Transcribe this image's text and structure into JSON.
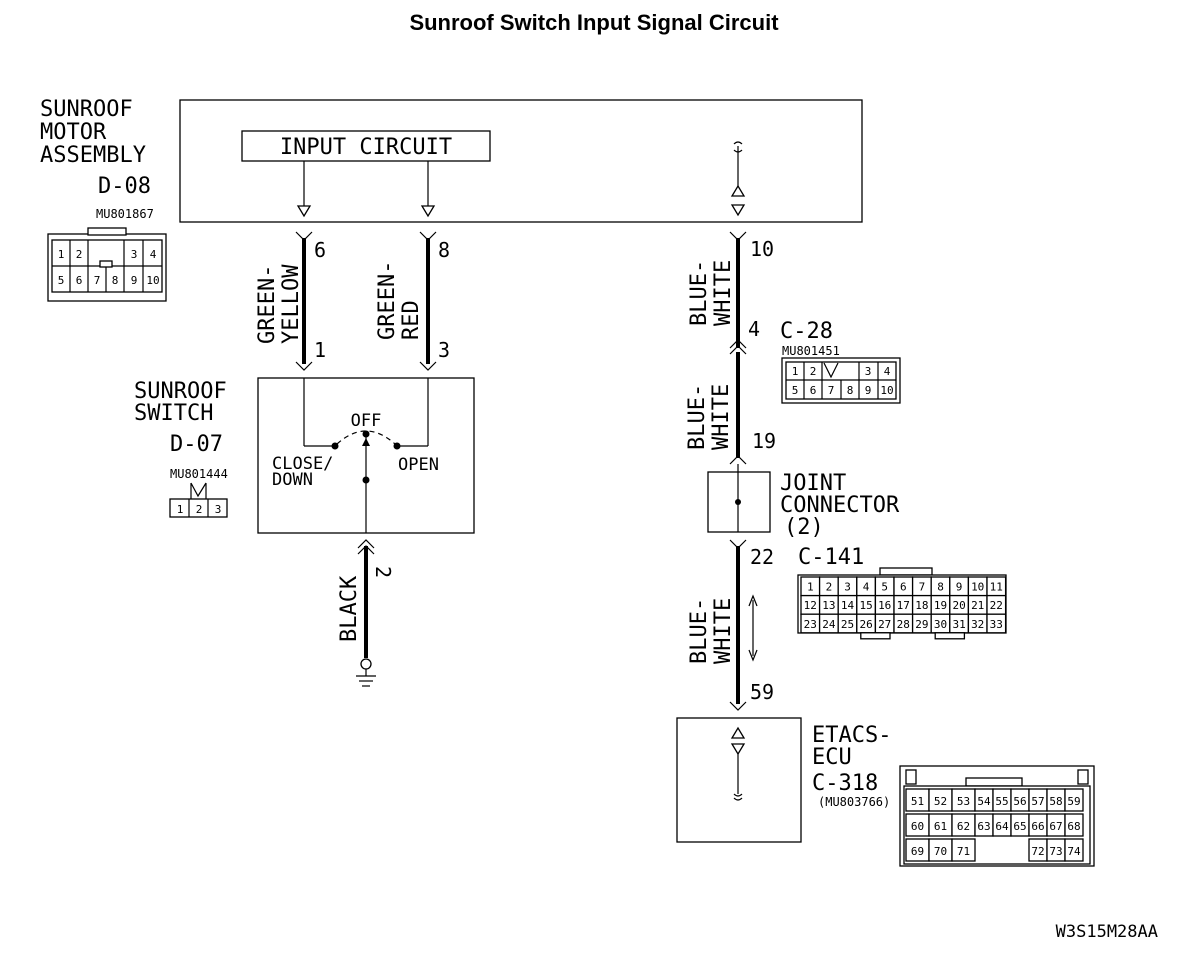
{
  "title": "Sunroof Switch Input Signal Circuit",
  "motor_assembly": {
    "name_lines": [
      "SUNROOF",
      "MOTOR",
      "ASSEMBLY"
    ],
    "id": "D-08",
    "part_no": "MU801867",
    "input_circuit_label": "INPUT CIRCUIT",
    "pins": [
      "1",
      "2",
      "3",
      "4",
      "5",
      "6",
      "7",
      "8",
      "9",
      "10"
    ]
  },
  "sunroof_switch": {
    "name_lines": [
      "SUNROOF",
      "SWITCH"
    ],
    "id": "D-07",
    "part_no": "MU801444",
    "positions": {
      "off": "OFF",
      "close_down": [
        "CLOSE/",
        "DOWN"
      ],
      "open": "OPEN"
    },
    "pins": [
      "1",
      "2",
      "3"
    ]
  },
  "wires": [
    {
      "color_lines": [
        "GREEN-",
        "YELLOW"
      ],
      "from_pin": "6",
      "to_pin": "1"
    },
    {
      "color_lines": [
        "GREEN-",
        "RED"
      ],
      "from_pin": "8",
      "to_pin": "3"
    },
    {
      "color_lines": [
        "BLACK"
      ],
      "pin": "2"
    },
    {
      "color_lines": [
        "BLUE-",
        "WHITE"
      ],
      "from_pin": "10",
      "to_pin": "4"
    },
    {
      "color_lines": [
        "BLUE-",
        "WHITE"
      ],
      "to_pin": "19"
    },
    {
      "color_lines": [
        "BLUE-",
        "WHITE"
      ],
      "from_pin": "22",
      "to_pin": "59"
    }
  ],
  "connector_c28": {
    "id": "C-28",
    "part_no": "MU801451",
    "pins": [
      "1",
      "2",
      "3",
      "4",
      "5",
      "6",
      "7",
      "8",
      "9",
      "10"
    ]
  },
  "joint_connector": {
    "name_lines": [
      "JOINT",
      "CONNECTOR",
      "(2)"
    ]
  },
  "connector_c141": {
    "id": "C-141",
    "rows": [
      [
        "1",
        "2",
        "3",
        "4",
        "5",
        "6",
        "7",
        "8",
        "9",
        "10",
        "11"
      ],
      [
        "12",
        "13",
        "14",
        "15",
        "16",
        "17",
        "18",
        "19",
        "20",
        "21",
        "22"
      ],
      [
        "23",
        "24",
        "25",
        "26",
        "27",
        "28",
        "29",
        "30",
        "31",
        "32",
        "33"
      ]
    ]
  },
  "etacs_ecu": {
    "name_lines": [
      "ETACS-",
      "ECU"
    ],
    "connector_id": "C-318",
    "part_no": "(MU803766)",
    "rows": [
      [
        "51",
        "52",
        "53",
        "54",
        "55",
        "56",
        "57",
        "58",
        "59"
      ],
      [
        "60",
        "61",
        "62",
        "63",
        "64",
        "65",
        "66",
        "67",
        "68"
      ],
      [
        "69",
        "70",
        "71",
        "72",
        "73",
        "74"
      ]
    ]
  },
  "figure_code": "W3S15M28AA"
}
